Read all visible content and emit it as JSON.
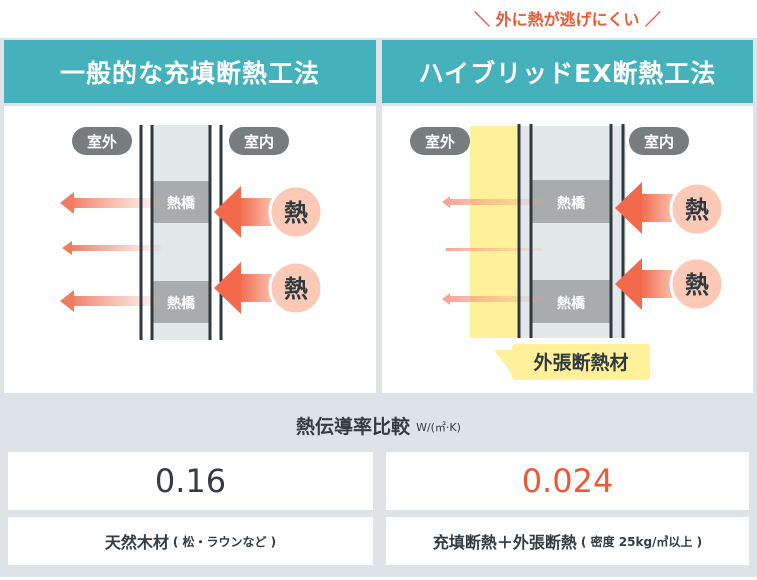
{
  "tagline": "＼ 外に熱が逃げにくい ／",
  "columns": [
    {
      "title": "一般的な充填断熱工法"
    },
    {
      "title": "ハイブリッドEX断熱工法"
    }
  ],
  "diagram": {
    "outside": "室外",
    "inside": "室内",
    "heat_bridge": "熱橋",
    "heat": "熱",
    "exterior_insulation": "外張断熱材"
  },
  "comparison": {
    "title": "熱伝導率比較",
    "unit": "W/(㎡·K)",
    "values": [
      {
        "value": "0.16",
        "label": "天然木材",
        "note": "( 松・ラウンなど )"
      },
      {
        "value": "0.024",
        "label": "充填断熱＋外張断熱",
        "note": "( 密度 25kg/㎥以上 )"
      }
    ]
  },
  "colors": {
    "teal": "#45b1bb",
    "accent": "#ea5a37",
    "frame": "#dde3e6",
    "dark": "#333d42",
    "yellow": "#fff09a"
  }
}
